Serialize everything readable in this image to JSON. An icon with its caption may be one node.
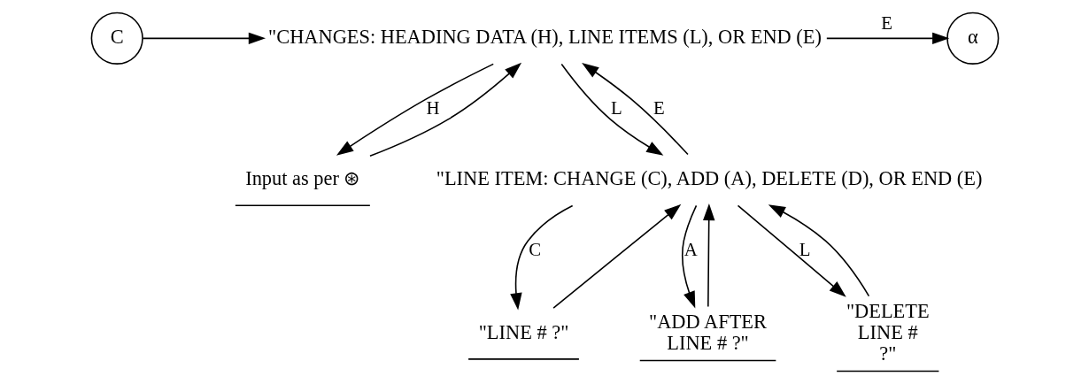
{
  "diagram": {
    "nodes": [
      {
        "text": [
          "C"
        ]
      },
      {
        "text": [
          "\"CHANGES: HEADING DATA (H), LINE ITEMS (L), OR END (E)"
        ]
      },
      {
        "text": [
          "α"
        ]
      },
      {
        "text": [
          "Input as per ⊛"
        ]
      },
      {
        "text": [
          "\"LINE ITEM: CHANGE (C), ADD (A), DELETE (D), OR END (E)"
        ]
      },
      {
        "text": [
          "\"LINE # ?\""
        ]
      },
      {
        "text": [
          "\"ADD AFTER LINE # ?\""
        ]
      },
      {
        "text": [
          "\"DELETE LINE # ?\""
        ]
      }
    ],
    "edges": [
      {
        "from": 0,
        "to": 1,
        "arrow": "to"
      },
      {
        "from": 1,
        "to": 3,
        "arrow": "to",
        "label": "H"
      },
      {
        "from": 3,
        "to": 1,
        "arrow": "to"
      },
      {
        "from": 1,
        "to": 2,
        "arrow": "to",
        "label": "E"
      },
      {
        "from": 1,
        "to": 4,
        "arrow": "to",
        "label": "L"
      },
      {
        "from": 4,
        "to": 1,
        "arrow": "to",
        "label": "E"
      },
      {
        "from": 4,
        "to": 5,
        "arrow": "to",
        "label": "C"
      },
      {
        "from": 4,
        "to": 6,
        "arrow": "to",
        "label": "A"
      },
      {
        "from": 4,
        "to": 7,
        "arrow": "to",
        "label": "L"
      },
      {
        "from": 5,
        "to": 4,
        "arrow": "to"
      },
      {
        "from": 6,
        "to": 4,
        "arrow": "to"
      },
      {
        "from": 7,
        "to": 4,
        "arrow": "to"
      }
    ]
  }
}
